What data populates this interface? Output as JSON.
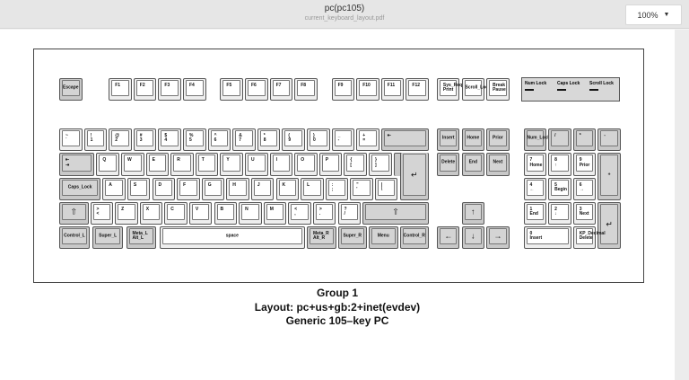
{
  "header": {
    "title": "pc(pc105)",
    "subtitle": "current_keyboard_layout.pdf",
    "zoom": "100%"
  },
  "leds": [
    "Num Lock",
    "Caps Lock",
    "Scroll Lock"
  ],
  "caption": {
    "group": "Group 1",
    "layout": "Layout: pc+us+gb:2+inet(evdev)",
    "model": "Generic 105–key PC"
  },
  "keys": [
    {
      "c": "Escape",
      "g": 1
    },
    {
      "t": "F1"
    },
    {
      "t": "F2"
    },
    {
      "t": "F3"
    },
    {
      "t": "F4"
    },
    {
      "t": "F5"
    },
    {
      "t": "F6"
    },
    {
      "t": "F7"
    },
    {
      "t": "F8"
    },
    {
      "t": "F9"
    },
    {
      "t": "F10"
    },
    {
      "t": "F11"
    },
    {
      "t": "F12"
    },
    {
      "t": "Sys_Req",
      "b": "Print"
    },
    {
      "c": "Scroll_Lock"
    },
    {
      "t": "Break",
      "b": "Pause"
    },
    {
      "t": "~",
      "b": "`"
    },
    {
      "t": "!",
      "b": "1"
    },
    {
      "t": "@",
      "b": "2"
    },
    {
      "t": "#",
      "b": "3"
    },
    {
      "t": "$",
      "b": "4"
    },
    {
      "t": "%",
      "b": "5"
    },
    {
      "t": "^",
      "b": "6"
    },
    {
      "t": "&",
      "b": "7"
    },
    {
      "t": "*",
      "b": "8"
    },
    {
      "t": "(",
      "b": "9"
    },
    {
      "t": ")",
      "b": "0"
    },
    {
      "t": "_",
      "b": "-"
    },
    {
      "t": "+",
      "b": "="
    },
    {
      "t": "⇤",
      "g": 1
    },
    {
      "c": "Insert",
      "g": 1
    },
    {
      "c": "Home",
      "g": 1
    },
    {
      "c": "Prior",
      "g": 1
    },
    {
      "c": "Num_Lock",
      "g": 1
    },
    {
      "t": "/",
      "g": 1
    },
    {
      "t": "*",
      "g": 1
    },
    {
      "t": "-",
      "g": 1
    },
    {
      "t": "⇤",
      "b": "⇥",
      "g": 1
    },
    {
      "t": "Q"
    },
    {
      "t": "W"
    },
    {
      "t": "E"
    },
    {
      "t": "R"
    },
    {
      "t": "T"
    },
    {
      "t": "Y"
    },
    {
      "t": "U"
    },
    {
      "t": "I"
    },
    {
      "t": "O"
    },
    {
      "t": "P"
    },
    {
      "t": "{",
      "b": "["
    },
    {
      "t": "}",
      "b": "]"
    },
    {
      "c": "Delete",
      "g": 1
    },
    {
      "c": "End",
      "g": 1
    },
    {
      "c": "Next",
      "g": 1
    },
    {
      "t": "7",
      "b": "Home"
    },
    {
      "t": "8",
      "b": "↑"
    },
    {
      "t": "9",
      "b": "Prior"
    },
    {
      "c": "+",
      "g": 1
    },
    {
      "c": "Caps_Lock",
      "g": 1
    },
    {
      "t": "A"
    },
    {
      "t": "S"
    },
    {
      "t": "D"
    },
    {
      "t": "F"
    },
    {
      "t": "G"
    },
    {
      "t": "H"
    },
    {
      "t": "J"
    },
    {
      "t": "K"
    },
    {
      "t": "L"
    },
    {
      "t": ":",
      "b": ";"
    },
    {
      "t": "\"",
      "b": "'"
    },
    {
      "t": "|",
      "b": "\\"
    },
    {
      "t": "4",
      "b": "←"
    },
    {
      "t": "5",
      "b": "Begin"
    },
    {
      "t": "6",
      "b": "→"
    },
    {
      "c": "⇧",
      "g": 1,
      "big": 1
    },
    {
      "t": ">",
      "b": "<"
    },
    {
      "t": "Z"
    },
    {
      "t": "X"
    },
    {
      "t": "C"
    },
    {
      "t": "V"
    },
    {
      "t": "B"
    },
    {
      "t": "N"
    },
    {
      "t": "M"
    },
    {
      "t": "<",
      "b": ","
    },
    {
      "t": ">",
      "b": "."
    },
    {
      "t": "?",
      "b": "/"
    },
    {
      "c": "⇧",
      "g": 1,
      "big": 1
    },
    {
      "c": "↑",
      "g": 1,
      "big": 1
    },
    {
      "t": "1",
      "b": "End"
    },
    {
      "t": "2",
      "b": "↓"
    },
    {
      "t": "3",
      "b": "Next"
    },
    {
      "c": "↵",
      "g": 1,
      "big": 1
    },
    {
      "c": "Control_L",
      "g": 1
    },
    {
      "c": "Super_L",
      "g": 1
    },
    {
      "t": "Meta_L",
      "b": "Alt_L",
      "g": 1
    },
    {
      "c": "space"
    },
    {
      "t": "Meta_R",
      "b": "Alt_R",
      "g": 1
    },
    {
      "c": "Super_R",
      "g": 1
    },
    {
      "c": "Menu",
      "g": 1
    },
    {
      "c": "Control_R",
      "g": 1
    },
    {
      "c": "←",
      "g": 1,
      "big": 1
    },
    {
      "c": "↓",
      "g": 1,
      "big": 1
    },
    {
      "c": "→",
      "g": 1,
      "big": 1
    },
    {
      "t": "0",
      "b": "Insert"
    },
    {
      "t": "KP_Decimal",
      "b": "Delete"
    },
    {
      "c": "↵",
      "g": 1,
      "big": 1
    }
  ]
}
